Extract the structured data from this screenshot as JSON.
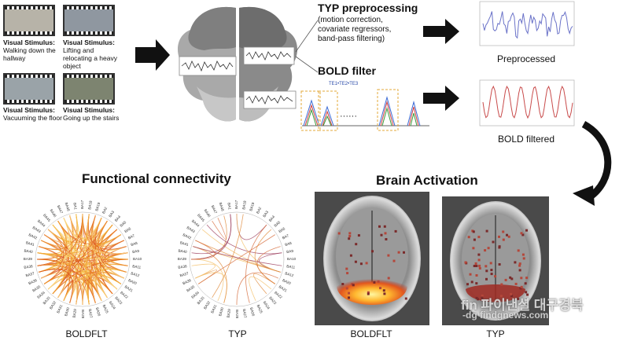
{
  "stimuli": [
    {
      "title": "Visual Stimulus:",
      "desc": "Walking down the hallway",
      "bg": "#b7b3a8"
    },
    {
      "title": "Visual Stimulus:",
      "desc": "Lifting and relocating a heavy object",
      "bg": "#8f97a0"
    },
    {
      "title": "Visual Stimulus:",
      "desc": "Vacuuming the floor",
      "bg": "#9aa3a8"
    },
    {
      "title": "Visual Stimulus:",
      "desc": "Going up the stairs",
      "bg": "#7d8470"
    }
  ],
  "typ": {
    "title": "TYP preprocessing",
    "lines": [
      "(motion correction,",
      "covariate regressors,",
      "band-pass filtering)"
    ]
  },
  "bold": {
    "title": "BOLD filter",
    "te_label": "TE1•TE2•TE3",
    "ellipsis": "······"
  },
  "plots": {
    "preprocessed_label": "Preprocessed",
    "bold_label": "BOLD filtered",
    "preprocessed_color": "#6a72c8",
    "bold_color": "#c84a4a"
  },
  "fc": {
    "title": "Functional connectivity",
    "left_label": "BOLDFLT",
    "right_label": "TYP",
    "region_labels": [
      "BA17",
      "BA18",
      "BA19",
      "BA2",
      "BA3",
      "BA4",
      "BA5",
      "BA6",
      "BA7",
      "BA8",
      "BA9",
      "BA10",
      "BA11",
      "BA12",
      "BA20",
      "BA21",
      "BA22",
      "BA23",
      "BA24",
      "BA25",
      "BA26",
      "BA27",
      "BA28",
      "BA29",
      "BA30",
      "BA31",
      "BA32",
      "BA33",
      "BA34",
      "BA35",
      "BA36",
      "BA37",
      "BA38",
      "BA39",
      "BA40",
      "BA41",
      "BA42",
      "BA43",
      "BA44",
      "BA45",
      "BA46",
      "BA47",
      "BA48",
      "BA1"
    ]
  },
  "activation": {
    "title": "Brain Activation",
    "left_label": "BOLDFLT",
    "right_label": "TYP"
  },
  "watermark": {
    "line1": "fin 파이낸셜 대구경북",
    "line2": "-dg  findgnews.com"
  }
}
